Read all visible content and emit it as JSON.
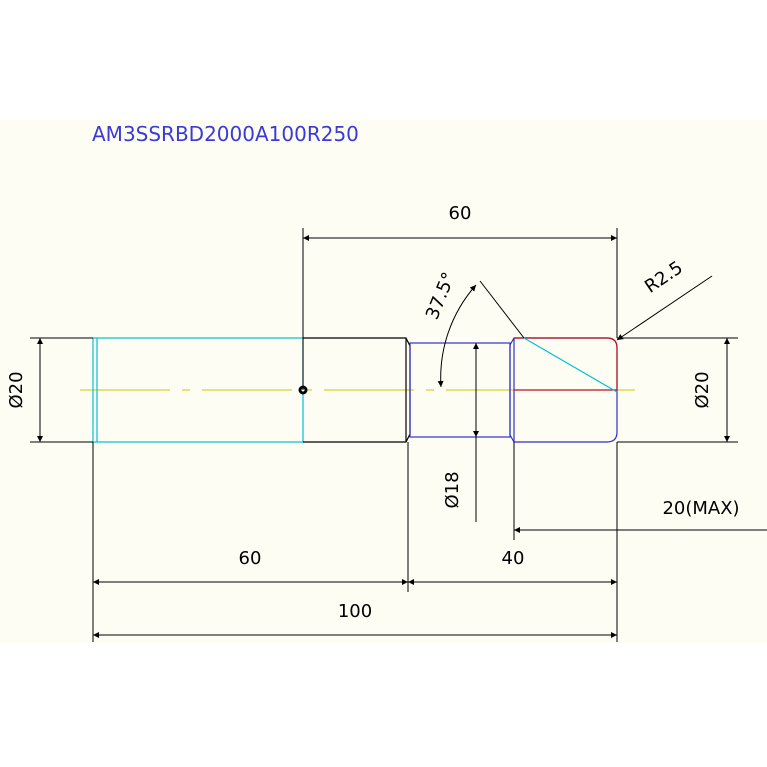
{
  "part_number": "AM3SSRBD2000A100R250",
  "dimensions": {
    "top_length": "60",
    "angle": "37.5°",
    "radius": "R2.5",
    "dia_left": "Ø20",
    "dia_right": "Ø20",
    "dia_neck": "Ø18",
    "max_length": "20(MAX)",
    "bottom_left": "60",
    "bottom_right": "40",
    "overall": "100"
  },
  "colors": {
    "paper": "#fdfdf4",
    "dimension": "#000000",
    "centerline": "#d4c400",
    "body_outline": "#00c0d8",
    "shank_outline": "#000000",
    "tip_outline": "#3030c8",
    "tip_accent": "#c01020",
    "part_number_text": "#3a3ad8"
  }
}
